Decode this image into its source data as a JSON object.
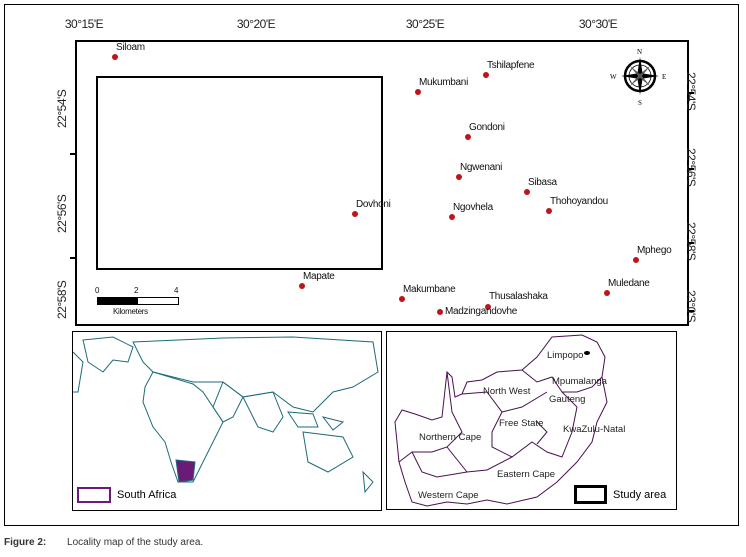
{
  "main_map": {
    "lon_labels": [
      "30°15'E",
      "30°20'E",
      "30°25'E",
      "30°30'E"
    ],
    "lat_labels_left": [
      "22°54'S",
      "22°56'S",
      "22°58'S"
    ],
    "lat_labels_right": [
      "22°54'S",
      "22°56'S",
      "22°58'S",
      "23°0'S"
    ],
    "places": [
      {
        "name": "Siloam"
      },
      {
        "name": "Tshilapfene"
      },
      {
        "name": "Mukumbani"
      },
      {
        "name": "Gondoni"
      },
      {
        "name": "Ngwenani"
      },
      {
        "name": "Sibasa"
      },
      {
        "name": "Thohoyandou"
      },
      {
        "name": "Dovhoni"
      },
      {
        "name": "Ngovhela"
      },
      {
        "name": "Mphego"
      },
      {
        "name": "Muledane"
      },
      {
        "name": "Mapate"
      },
      {
        "name": "Makumbane"
      },
      {
        "name": "Thusalashaka"
      },
      {
        "name": "Madzingandovhe"
      }
    ],
    "compass": {
      "n": "N",
      "s": "S",
      "e": "E",
      "w": "W"
    },
    "scale": {
      "ticks": [
        "0",
        "2",
        "4"
      ],
      "unit": "Kilometers"
    },
    "point_color": "#c0141c"
  },
  "world_map": {
    "legend": "South Africa",
    "highlight_color": "#6a1b78",
    "outline_color": "#1d6b7a"
  },
  "sa_map": {
    "provinces": [
      "Limpopo",
      "Mpumalanga",
      "North West",
      "Gauteng",
      "Free State",
      "KwaZulu-Natal",
      "Northern Cape",
      "Eastern Cape",
      "Western Cape"
    ],
    "legend": "Study area"
  },
  "caption": {
    "label": "Figure 2:",
    "text": "Locality map of the study area."
  }
}
